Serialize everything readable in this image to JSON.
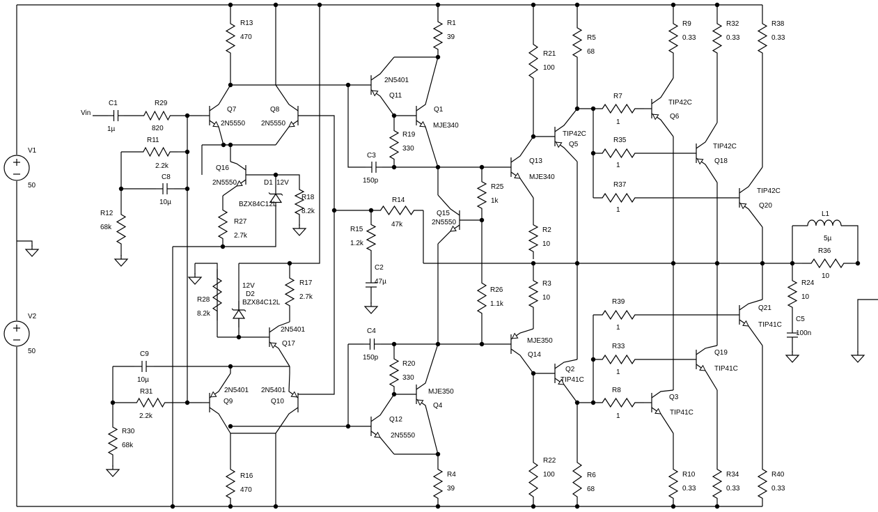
{
  "sources": [
    {
      "ref": "V1",
      "value": "50"
    },
    {
      "ref": "V2",
      "value": "50"
    }
  ],
  "input_label": "Vin",
  "resistors": [
    {
      "ref": "R1",
      "value": "39"
    },
    {
      "ref": "R2",
      "value": "10"
    },
    {
      "ref": "R3",
      "value": "10"
    },
    {
      "ref": "R4",
      "value": "39"
    },
    {
      "ref": "R5",
      "value": "68"
    },
    {
      "ref": "R6",
      "value": "68"
    },
    {
      "ref": "R7",
      "value": "1"
    },
    {
      "ref": "R8",
      "value": "1"
    },
    {
      "ref": "R9",
      "value": "0.33"
    },
    {
      "ref": "R10",
      "value": "0.33"
    },
    {
      "ref": "R11",
      "value": "2.2k"
    },
    {
      "ref": "R12",
      "value": "68k"
    },
    {
      "ref": "R13",
      "value": "470"
    },
    {
      "ref": "R14",
      "value": "47k"
    },
    {
      "ref": "R15",
      "value": "1.2k"
    },
    {
      "ref": "R16",
      "value": "470"
    },
    {
      "ref": "R17",
      "value": "2.7k"
    },
    {
      "ref": "R18",
      "value": "8.2k"
    },
    {
      "ref": "R19",
      "value": "330"
    },
    {
      "ref": "R20",
      "value": "330"
    },
    {
      "ref": "R21",
      "value": "100"
    },
    {
      "ref": "R22",
      "value": "100"
    },
    {
      "ref": "R24",
      "value": "10"
    },
    {
      "ref": "R25",
      "value": "1k"
    },
    {
      "ref": "R26",
      "value": "1.1k"
    },
    {
      "ref": "R27",
      "value": "2.7k"
    },
    {
      "ref": "R28",
      "value": "8.2k"
    },
    {
      "ref": "R29",
      "value": "820"
    },
    {
      "ref": "R30",
      "value": "68k"
    },
    {
      "ref": "R31",
      "value": "2.2k"
    },
    {
      "ref": "R32",
      "value": "0.33"
    },
    {
      "ref": "R33",
      "value": "1"
    },
    {
      "ref": "R34",
      "value": "0.33"
    },
    {
      "ref": "R35",
      "value": "1"
    },
    {
      "ref": "R36",
      "value": "10"
    },
    {
      "ref": "R37",
      "value": "1"
    },
    {
      "ref": "R38",
      "value": "0.33"
    },
    {
      "ref": "R39",
      "value": "1"
    },
    {
      "ref": "R40",
      "value": "0.33"
    }
  ],
  "capacitors": [
    {
      "ref": "C1",
      "value": "1µ"
    },
    {
      "ref": "C2",
      "value": "47µ"
    },
    {
      "ref": "C3",
      "value": "150p"
    },
    {
      "ref": "C4",
      "value": "150p"
    },
    {
      "ref": "C5",
      "value": "100n"
    },
    {
      "ref": "C8",
      "value": "10µ"
    },
    {
      "ref": "C9",
      "value": "10µ"
    }
  ],
  "inductors": [
    {
      "ref": "L1",
      "value": "5µ"
    }
  ],
  "zeners": [
    {
      "ref": "D1",
      "part": "BZX84C12L",
      "voltage": "12V"
    },
    {
      "ref": "D2",
      "part": "BZX84C12L",
      "voltage": "12V"
    }
  ],
  "transistors": [
    {
      "ref": "Q1",
      "part": "MJE340"
    },
    {
      "ref": "Q2",
      "part": "TIP41C"
    },
    {
      "ref": "Q3",
      "part": "TIP41C"
    },
    {
      "ref": "Q4",
      "part": "MJE350"
    },
    {
      "ref": "Q5",
      "part": "TIP42C"
    },
    {
      "ref": "Q6",
      "part": "TIP42C"
    },
    {
      "ref": "Q7",
      "part": "2N5550"
    },
    {
      "ref": "Q8",
      "part": "2N5550"
    },
    {
      "ref": "Q9",
      "part": "2N5401"
    },
    {
      "ref": "Q10",
      "part": "2N5401"
    },
    {
      "ref": "Q11",
      "part": "2N5401"
    },
    {
      "ref": "Q12",
      "part": "2N5550"
    },
    {
      "ref": "Q13",
      "part": "MJE340"
    },
    {
      "ref": "Q14",
      "part": "MJE350"
    },
    {
      "ref": "Q15",
      "part": "2N5550"
    },
    {
      "ref": "Q16",
      "part": "2N5550"
    },
    {
      "ref": "Q17",
      "part": "2N5401"
    },
    {
      "ref": "Q18",
      "part": "TIP42C"
    },
    {
      "ref": "Q19",
      "part": "TIP41C"
    },
    {
      "ref": "Q20",
      "part": "TIP42C"
    },
    {
      "ref": "Q21",
      "part": "TIP41C"
    }
  ]
}
